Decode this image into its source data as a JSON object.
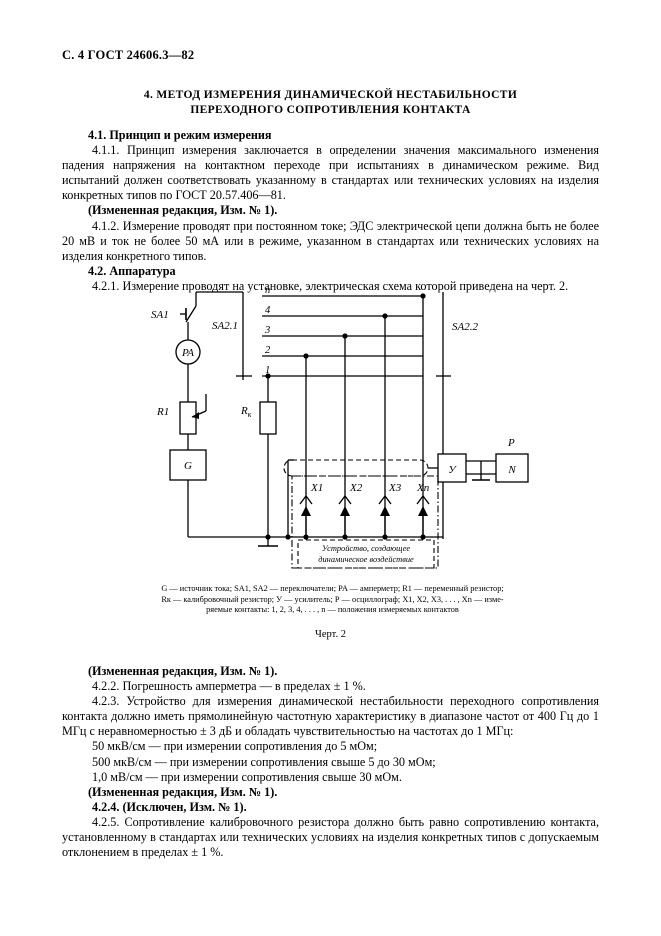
{
  "page": {
    "running_head": "С. 4 ГОСТ 24606.3—82"
  },
  "title": {
    "line1": "4.  МЕТОД ИЗМЕРЕНИЯ ДИНАМИЧЕСКОЙ НЕСТАБИЛЬНОСТИ",
    "line2": "ПЕРЕХОДНОГО СОПРОТИВЛЕНИЯ КОНТАКТА"
  },
  "upper_text": {
    "h_4_1": "4.1. Принцип и режим измерения",
    "p_4_1_1": "4.1.1. Принцип измерения заключается в определении значения максимального изменения падения напряжения на контактном переходе при испытаниях в динамическом режиме. Вид испытаний должен соответствовать указанному в стандартах или технических условиях на изделия конкретных типов по ГОСТ 20.57.406—81.",
    "note_1": "(Измененная редакция, Изм. № 1).",
    "p_4_1_2": "4.1.2. Измерение проводят при постоянном токе; ЭДС электрической цепи должна быть не более 20 мВ и ток не более 50 мА или в режиме, указанном в стандартах или технических условиях на изделия конкретного типов.",
    "h_4_2": "4.2. Аппаратура",
    "p_4_2_1": "4.2.1. Измерение проводят на установке, электрическая схема которой приведена на черт. 2."
  },
  "figure": {
    "number": "Черт. 2",
    "caption": {
      "line1": "G — источник тока; SA1, SA2 — переключатели; PA — амперметр; R1 — переменный резистор;",
      "line2": "Rк — калибровочный резистор; У — усилитель; Р — осциллограф; X1, X2, X3, . . . , Xn — изме-",
      "line3": "ряемые контакты: 1, 2, 3, 4, . . . , n — положения измеряемых контактов"
    },
    "labels": {
      "sa1": "SA1",
      "sa2_1": "SA2.1",
      "sa2_2": "SA2.2",
      "pa": "PA",
      "r1": "R1",
      "rk_main": "R",
      "rk_sub": "к",
      "g": "G",
      "y": "У",
      "n": "N",
      "p": "Р",
      "x1": "X1",
      "x2": "X2",
      "x3": "X3",
      "xn": "Xn",
      "pos_1": "1",
      "pos_2": "2",
      "pos_3": "3",
      "pos_4": "4",
      "pos_n": "n",
      "device_line1": "Устройство, создающее",
      "device_line2": "динамическое воздействие"
    }
  },
  "lower_text": {
    "note_2": "(Измененная редакция, Изм. № 1).",
    "p_4_2_2": "4.2.2. Погрешность амперметра — в пределах ± 1 %.",
    "p_4_2_3": "4.2.3. Устройство для измерения динамической нестабильности переходного сопротивления контакта должно иметь прямолинейную частотную характеристику в диапазоне частот от 400 Гц до 1 МГц с неравномерностью ± 3 дБ и обладать чувствительностью на частотах до 1 МГц:",
    "item_1": "50 мкВ/см — при измерении сопротивления до 5 мОм;",
    "item_2": "500 мкВ/см — при измерении сопротивления свыше 5 до 30 мОм;",
    "item_3": "1,0 мВ/см — при измерении сопротивления свыше 30 мОм.",
    "note_3": "(Измененная редакция, Изм. № 1).",
    "p_4_2_4": "4.2.4. (Исключен, Изм. № 1).",
    "p_4_2_5": "4.2.5. Сопротивление калибровочного резистора должно быть равно сопротивлению контакта, установленному в стандартах или технических условиях на изделия конкретных типов с допускаемым отклонением в пределах ± 1 %."
  }
}
